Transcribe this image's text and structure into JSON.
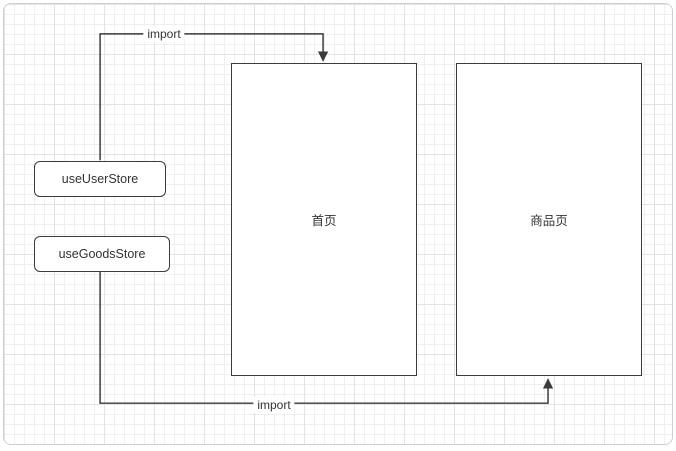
{
  "diagram": {
    "stores": [
      {
        "id": "useUserStore",
        "label": "useUserStore"
      },
      {
        "id": "useGoodsStore",
        "label": "useGoodsStore"
      }
    ],
    "pages": [
      {
        "id": "home",
        "label": "首页"
      },
      {
        "id": "goods",
        "label": "商品页"
      }
    ],
    "edges": [
      {
        "label": "import",
        "from": "useUserStore",
        "to": "home"
      },
      {
        "label": "import",
        "from": "useGoodsStore",
        "to": "goods"
      }
    ],
    "colors": {
      "stroke": "#3b3b3b",
      "grid_minor": "#efefef",
      "grid_major": "#e3e3e3",
      "background": "#ffffff",
      "frame_border": "#cfcfcf",
      "text": "#333333"
    }
  }
}
